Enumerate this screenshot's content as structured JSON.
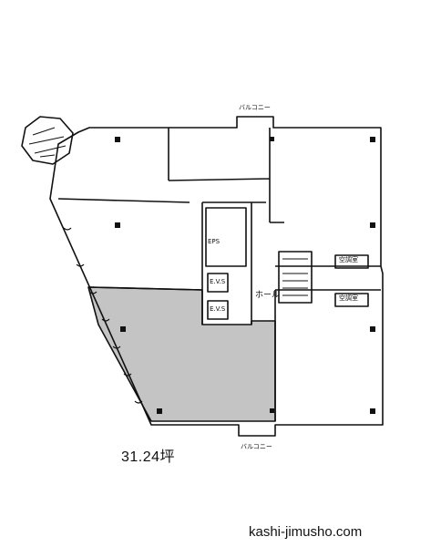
{
  "plan": {
    "area_label": "31.24坪",
    "site_label": "kashi-jimusho.com",
    "balcony_top": "バルコニー",
    "balcony_bottom": "バルコニー",
    "hall": "ホール",
    "ac_room_upper": "空調室",
    "ac_room_lower": "空調室",
    "elevator_1": "E.V.S",
    "elevator_2": "E.V.S",
    "eps": "EPS",
    "colors": {
      "line": "#111111",
      "highlight": "#c4c4c4",
      "background": "#ffffff"
    }
  }
}
